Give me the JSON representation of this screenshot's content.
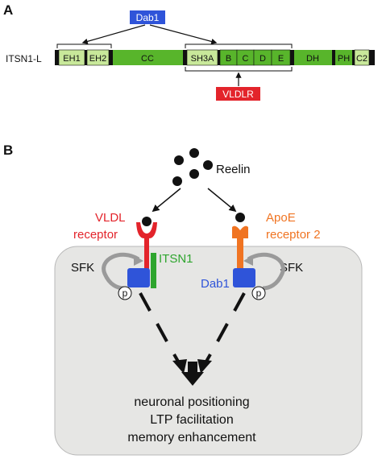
{
  "panel_a": {
    "label": "A",
    "protein_label": "ITSN1-L",
    "dab1_tag": "Dab1",
    "vldlr_tag": "VLDLR",
    "domains": [
      "EH1",
      "EH2",
      "CC",
      "SH3A",
      "B",
      "C",
      "D",
      "E",
      "DH",
      "PH",
      "C2"
    ]
  },
  "panel_b": {
    "label": "B",
    "ligand": "Reelin",
    "vldl_receptor": [
      "VLDL",
      "receptor"
    ],
    "apoe_receptor": [
      "ApoE",
      "receptor 2"
    ],
    "itsn1": "ITSN1",
    "sfk_left": "SFK",
    "sfk_right": "SFK",
    "phospho_left": "p",
    "phospho_right": "p",
    "dab1": "Dab1",
    "outcomes": [
      "neuronal positioning",
      "LTP facilitation",
      "memory enhancement"
    ]
  },
  "colors": {
    "domain_green": "#58b52b",
    "domain_light": "#c8e89a",
    "dab1_blue": "#2f54d9",
    "vldlr_red": "#e3242b",
    "apoe_orange": "#f07422",
    "itsn1_green": "#2ea52e",
    "cell_fill": "#e6e6e4"
  }
}
